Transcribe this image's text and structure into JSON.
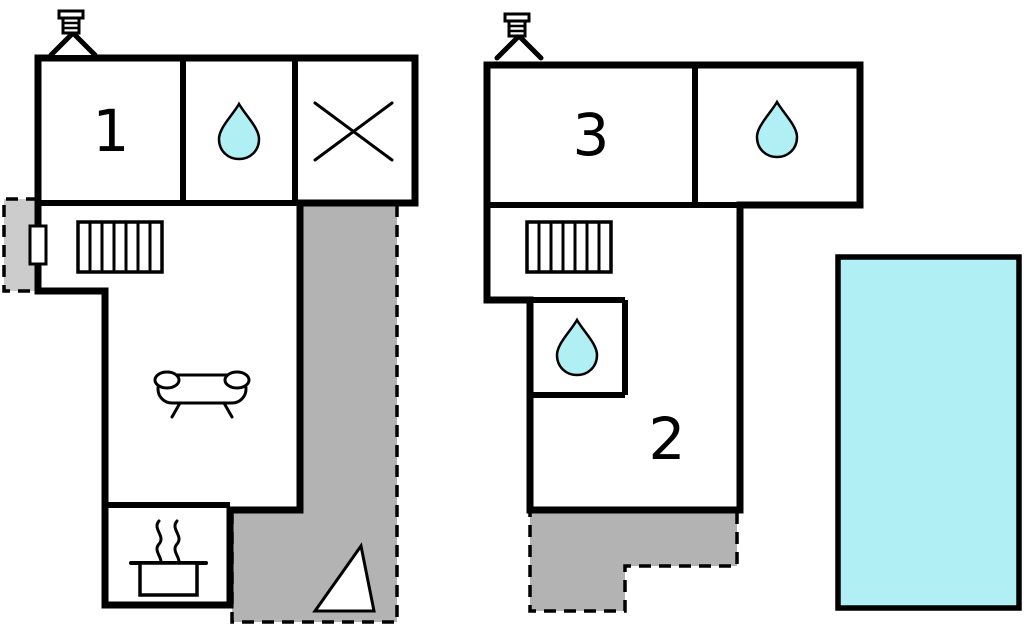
{
  "rooms": {
    "one": "1",
    "two": "2",
    "three": "3"
  },
  "colors": {
    "wall": "#000000",
    "terrace": "#b3b3b3",
    "porch": "#cccccc",
    "water": "#b0f0f4",
    "background": "#ffffff"
  },
  "icons": {
    "chimney": "chimney-icon",
    "water_drop": "water-drop-icon",
    "stairs": "stairs-icon",
    "sofa": "sofa-icon",
    "stove": "stove-icon",
    "crossed_room": "cross-icon",
    "terrace_wedge": "triangle-icon",
    "door": "door-icon",
    "pool": "pool"
  }
}
